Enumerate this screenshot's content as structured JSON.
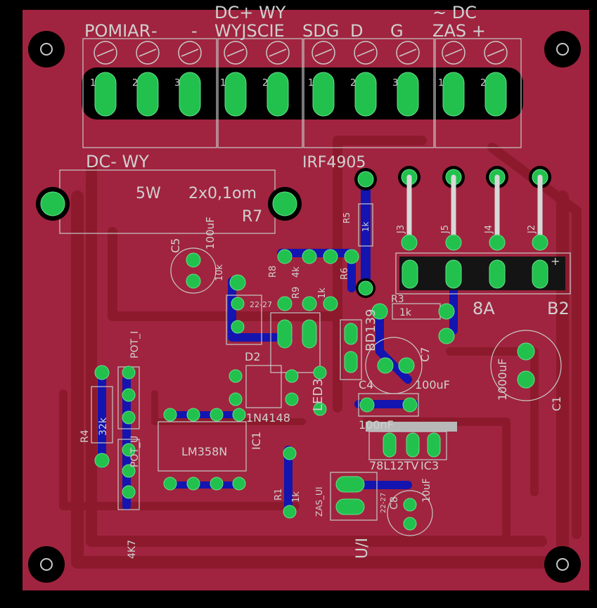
{
  "colors": {
    "background": "#000000",
    "copper_top": "#a0243f",
    "copper_top_trace": "#8c1a2c",
    "copper_bottom": "#1414b0",
    "pad": "#22c14e",
    "silkscreen": "#d0d0d0"
  },
  "terminal_labels": {
    "pomiar": "POMIAR",
    "minus1": "-",
    "minus2": "-",
    "dc_plus_wy": "DC+ WY",
    "wyjscie": "WYJSCIE",
    "sdg": "SDG",
    "d": "D",
    "g": "G",
    "ac_dc": "~ DC",
    "zas": "ZAS +",
    "dc_minus_wy": "DC- WY",
    "pin1": "1",
    "pin2": "2",
    "pin3": "3"
  },
  "components": {
    "r7_power": "5W",
    "r7_value": "2x0,1om",
    "r7_name": "R7",
    "irf": "IRF4905",
    "c5_name": "C5",
    "c5_value": "100uF",
    "r10k": "10k",
    "r5_name": "R5",
    "r5_value": "1k",
    "r8": "R8",
    "r_22_27": "22-27",
    "r4k": "4k",
    "r9": "R9",
    "r1k_a": "1k",
    "r6": "R6",
    "r3_name": "R3",
    "r3_value": "1k",
    "bd139": "BD139",
    "c7": "C7",
    "c1_value": "1000uF",
    "c1_name": "C1",
    "jumper_8a": "8A",
    "jumper_b2": "B2",
    "j3": "J3",
    "j5": "J5",
    "j4": "J4",
    "j2": "J2",
    "pot_i": "POT_I",
    "pot_u": "POT_U",
    "r4_name": "R4",
    "r4_value": "32k",
    "r_4k7": "4K7",
    "d2": "D2",
    "d1n4148": "1N4148",
    "led3": "LED3",
    "c4": "C4",
    "c4_value": "100nF",
    "c7_value": "100uF",
    "lm358": "LM358N",
    "ic1": "IC1",
    "r_78l12": "78L12TV",
    "ic3": "IC3",
    "c8": "C8",
    "c8_value": "10uF",
    "r1": "R1",
    "r1_value": "1k",
    "zas_ui": "ZAS_UI",
    "u_i": "U/I",
    "r2_22": "22-27",
    "plus": "+"
  }
}
